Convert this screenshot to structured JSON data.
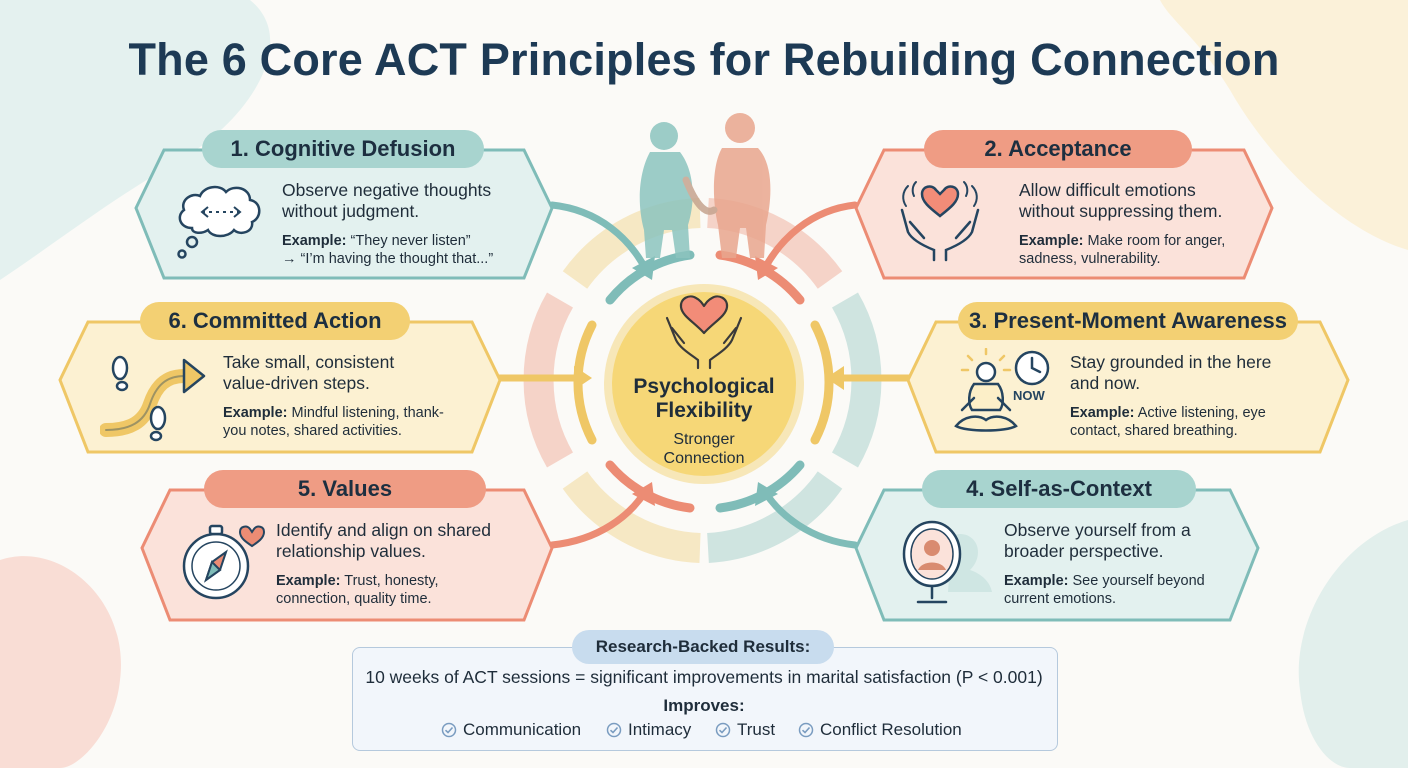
{
  "title": "The 6 Core ACT Principles for Rebuilding Connection",
  "center": {
    "title_line1": "Psychological",
    "title_line2": "Flexibility",
    "sub_line1": "Stronger",
    "sub_line2": "Connection"
  },
  "principles": [
    {
      "label": "1. Cognitive Defusion",
      "desc1": "Observe negative thoughts",
      "desc2": "without judgment.",
      "example_prefix": "Example:",
      "ex1": " “They never listen”",
      "ex2": "→ “I’m having the thought that...”",
      "icon": "thought-cloud-icon"
    },
    {
      "label": "2. Acceptance",
      "desc1": "Allow difficult emotions",
      "desc2": "without suppressing them.",
      "example_prefix": "Example:",
      "ex1": " Make room for anger,",
      "ex2": "sadness, vulnerability.",
      "icon": "hands-heart-icon"
    },
    {
      "label": "3. Present-Moment Awareness",
      "desc1": "Stay grounded in the here",
      "desc2": "and now.",
      "example_prefix": "Example:",
      "ex1": " Active listening, eye",
      "ex2": "contact, shared breathing.",
      "icon": "meditation-clock-icon",
      "icon_text": "NOW"
    },
    {
      "label": "4. Self-as-Context",
      "desc1": "Observe yourself from a",
      "desc2": "broader perspective.",
      "example_prefix": "Example:",
      "ex1": " See yourself beyond",
      "ex2": "current emotions.",
      "icon": "mirror-icon"
    },
    {
      "label": "5. Values",
      "desc1": "Identify and align on shared",
      "desc2": "relationship values.",
      "example_prefix": "Example:",
      "ex1": " Trust, honesty,",
      "ex2": "connection, quality time.",
      "icon": "compass-heart-icon"
    },
    {
      "label": "6. Committed Action",
      "desc1": "Take small, consistent",
      "desc2": "value-driven steps.",
      "example_prefix": "Example:",
      "ex1": " Mindful listening, thank-",
      "ex2": "you notes, shared activities.",
      "icon": "footsteps-arrow-icon"
    }
  ],
  "results": {
    "heading": "Research-Backed Results:",
    "statement": "10 weeks of ACT sessions = significant improvements in marital satisfaction (P < 0.001)",
    "improves_label": "Improves:",
    "items": [
      "Communication",
      "Intimacy",
      "Trust",
      "Conflict Resolution"
    ]
  },
  "colors": {
    "teal": "#7fbcb8",
    "teal_fill": "#e3f1ef",
    "coral": "#ec8c74",
    "coral_fill": "#fbe2da",
    "gold": "#efc766",
    "gold_fill": "#fcf1d2",
    "navy": "#1d3a55"
  }
}
